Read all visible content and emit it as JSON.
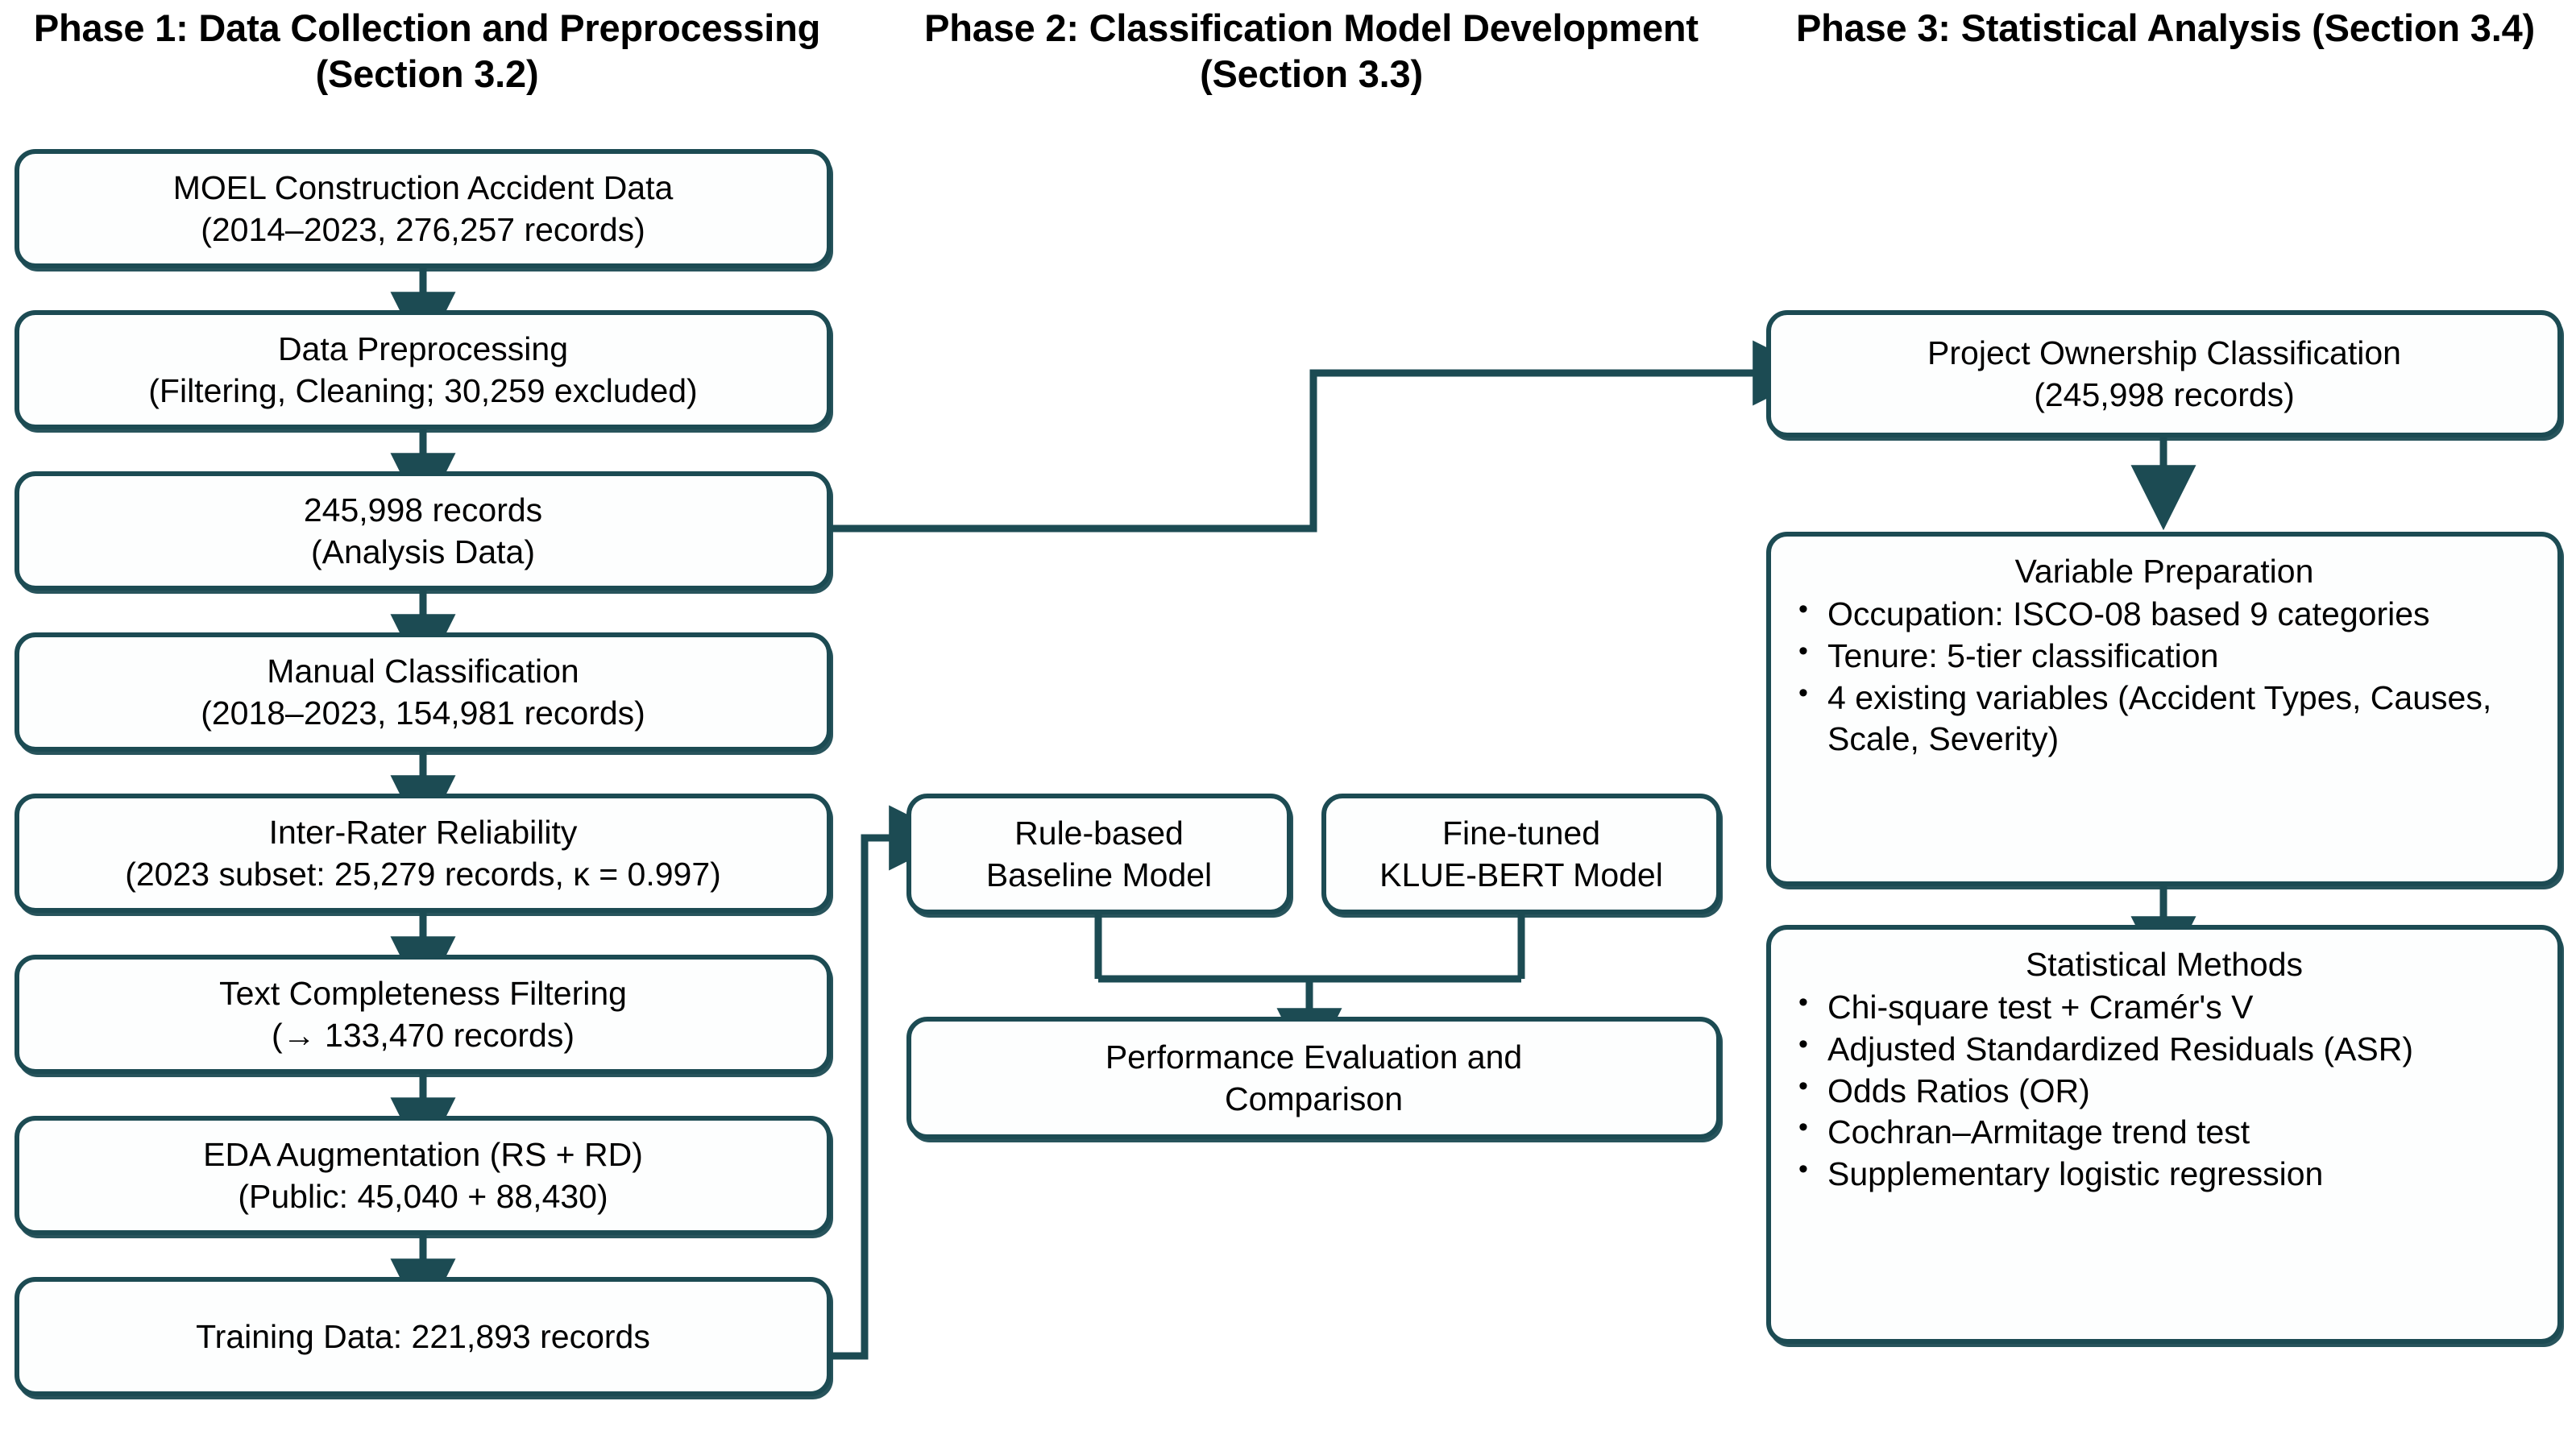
{
  "diagram": {
    "title_color": "#000000",
    "accent_color": "#1c4b53",
    "box_fill": "#fdfefe"
  },
  "phases": {
    "phase1": {
      "title_line1": "Phase 1: Data Collection and",
      "title_line2": "Preprocessing (Section 3.2)"
    },
    "phase2": {
      "title_line1": "Phase 2: Classification Model",
      "title_line2": "Development (Section 3.3)"
    },
    "phase3": {
      "title_line1": "Phase 3: Statistical Analysis",
      "title_line2": "(Section 3.4)"
    }
  },
  "nodes": {
    "moel_data": {
      "line1": "MOEL Construction Accident Data",
      "line2": "(2014–2023, 276,257 records)"
    },
    "preprocessing": {
      "line1": "Data Preprocessing",
      "line2": "(Filtering, Cleaning; 30,259 excluded)"
    },
    "analysis_data": {
      "line1": "245,998 records",
      "line2": "(Analysis Data)"
    },
    "manual_classification": {
      "line1": "Manual Classification",
      "line2": "(2018–2023, 154,981 records)"
    },
    "inter_rater": {
      "line1": "Inter-Rater Reliability",
      "line2": "(2023 subset: 25,279 records, κ = 0.997)"
    },
    "text_filtering": {
      "line1": "Text Completeness Filtering",
      "line2": "(→ 133,470 records)"
    },
    "eda_augmentation": {
      "line1": "EDA Augmentation (RS + RD)",
      "line2": "(Public: 45,040 + 88,430)"
    },
    "training_data": {
      "line1": "Training Data: 221,893 records"
    },
    "rule_based_model": {
      "line1": "Rule-based",
      "line2": "Baseline Model"
    },
    "klue_bert_model": {
      "line1": "Fine-tuned",
      "line2": "KLUE-BERT Model"
    },
    "performance_eval": {
      "line1": "Performance Evaluation and",
      "line2": "Comparison"
    },
    "project_ownership": {
      "line1": "Project Ownership Classification",
      "line2": "(245,998 records)"
    },
    "variable_preparation": {
      "heading": "Variable Preparation",
      "bullets": [
        "Occupation: ISCO-08 based 9 categories",
        "Tenure: 5-tier classification",
        "4 existing variables (Accident Types, Causes, Scale, Severity)"
      ]
    },
    "statistical_methods": {
      "heading": "Statistical Methods",
      "bullets": [
        "Chi-square test + Cramér's V",
        "Adjusted Standardized Residuals (ASR)",
        "Odds Ratios (OR)",
        "Cochran–Armitage trend test",
        "Supplementary logistic regression"
      ]
    }
  }
}
